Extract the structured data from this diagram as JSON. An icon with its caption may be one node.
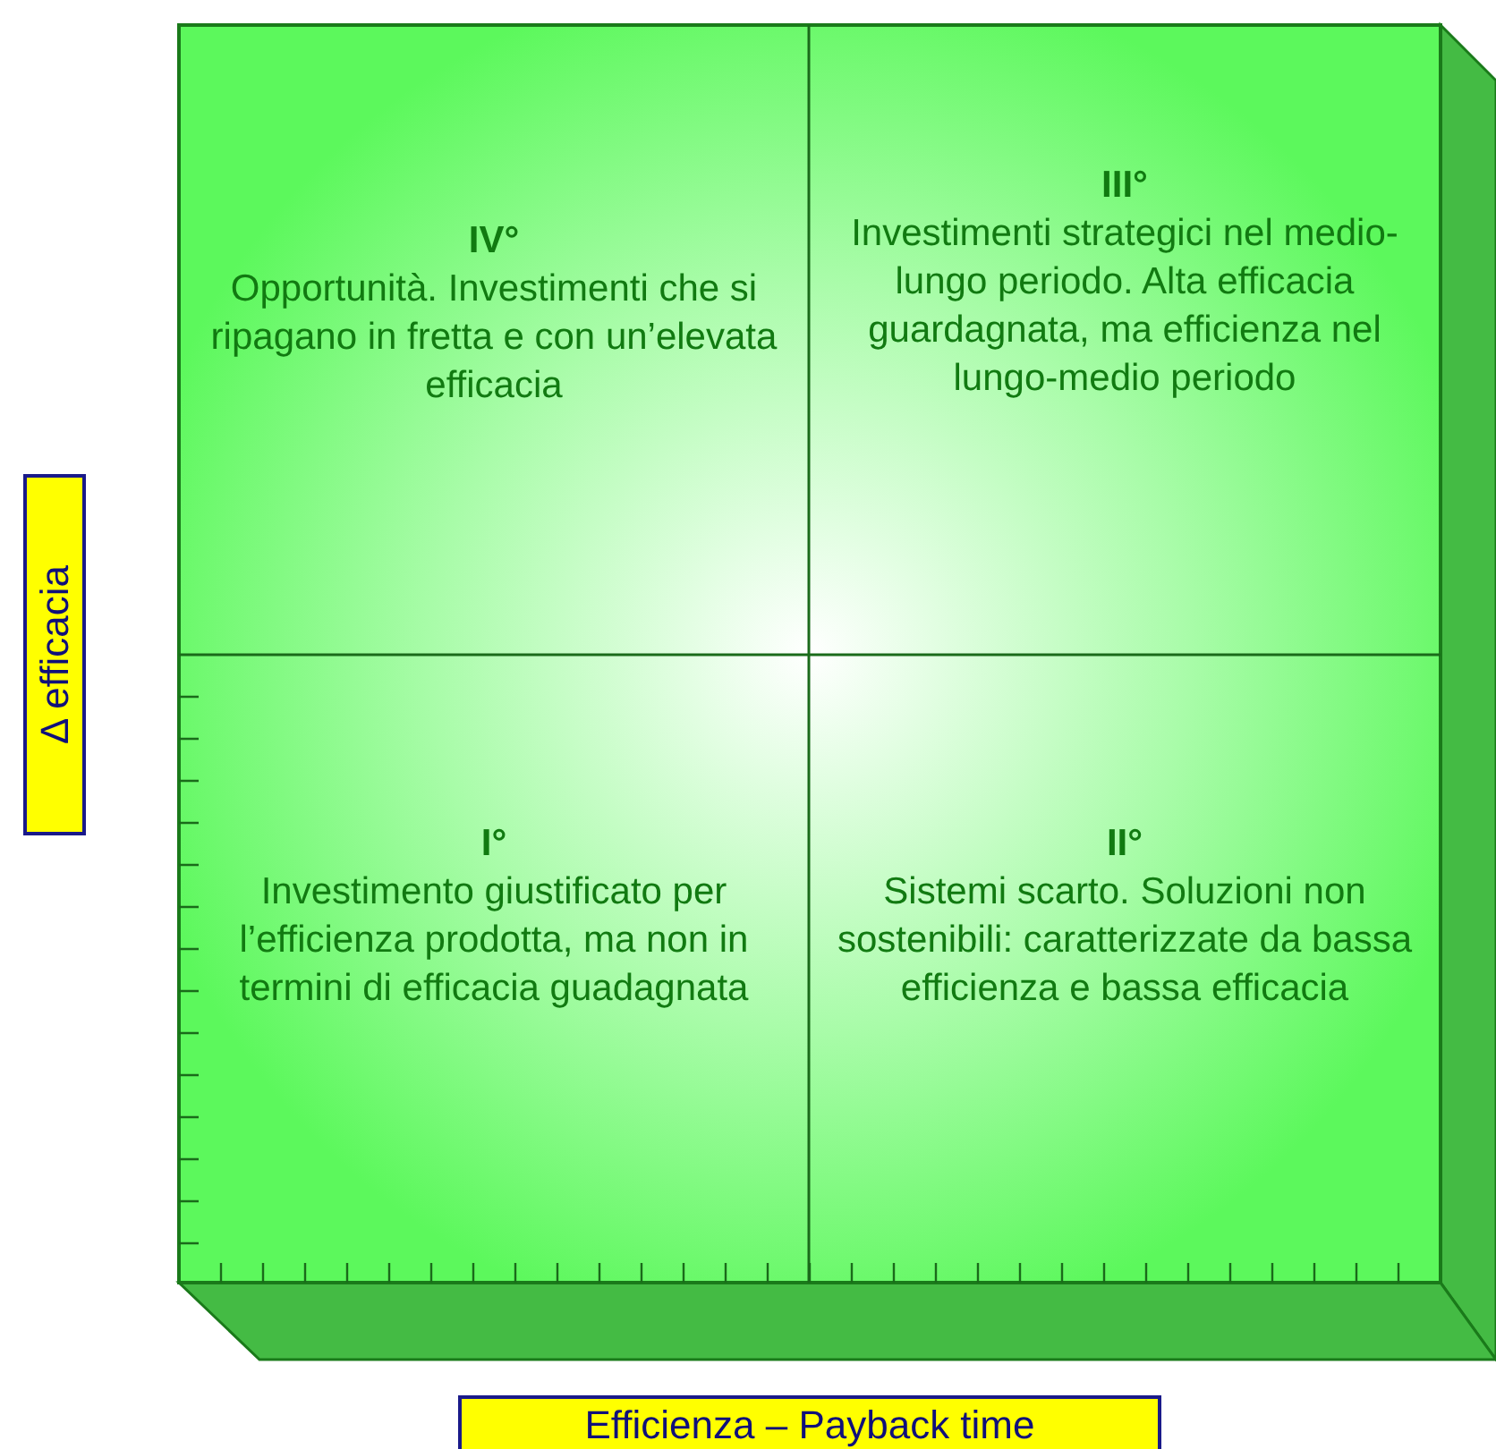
{
  "diagram": {
    "nodes": [
      {
        "text": [
          "IV°",
          "Opportunità. Investimenti che si ripagano in fretta e con un’elevata efficacia"
        ]
      },
      {
        "text": [
          "III°",
          "Investimenti strategici nel medio-lungo periodo. Alta efficacia guardagnata, ma efficienza nel lungo-medio periodo"
        ]
      },
      {
        "text": [
          "Δ efficacia"
        ]
      },
      {
        "text": [
          "I°",
          "Investimento giustificato per l’efficienza prodotta, ma non in termini di efficacia guadagnata"
        ]
      },
      {
        "text": [
          "II°",
          "Sistemi scarto. Soluzioni non sostenibili: caratterizzate da bassa efficienza e bassa efficacia"
        ]
      },
      {
        "text": [
          "Efficienza – Payback time"
        ]
      }
    ],
    "edges": []
  }
}
